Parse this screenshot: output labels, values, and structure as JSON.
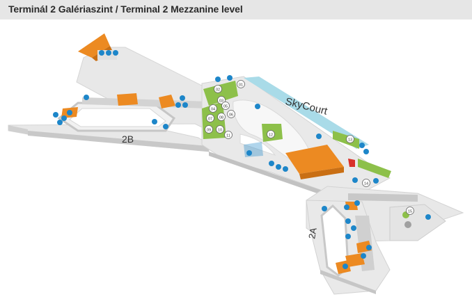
{
  "header": {
    "title": "Terminál 2 Galériaszint / Terminal 2 Mezzanine level"
  },
  "map": {
    "labels": {
      "skycourt": "SkyCourt",
      "pier_2b": "2B",
      "pier_2a": "2A"
    },
    "numbered_points": {
      "p01": "01",
      "p02": "02",
      "p03": "03",
      "p04": "04",
      "p05": "05",
      "p06": "06",
      "p07": "07",
      "p08": "08",
      "p09": "09",
      "p10": "10",
      "p11": "11",
      "p12": "12",
      "p13": "13",
      "p14": "14",
      "p15": "15"
    },
    "colors": {
      "floor": "#e9e9e9",
      "wall": "#cfcfcf",
      "shadow": "#b5b5b5",
      "orange": "#ec8a22",
      "green": "#8dc04a",
      "blue_icon": "#1d86c9",
      "skyline": "#a9dbe8"
    }
  }
}
